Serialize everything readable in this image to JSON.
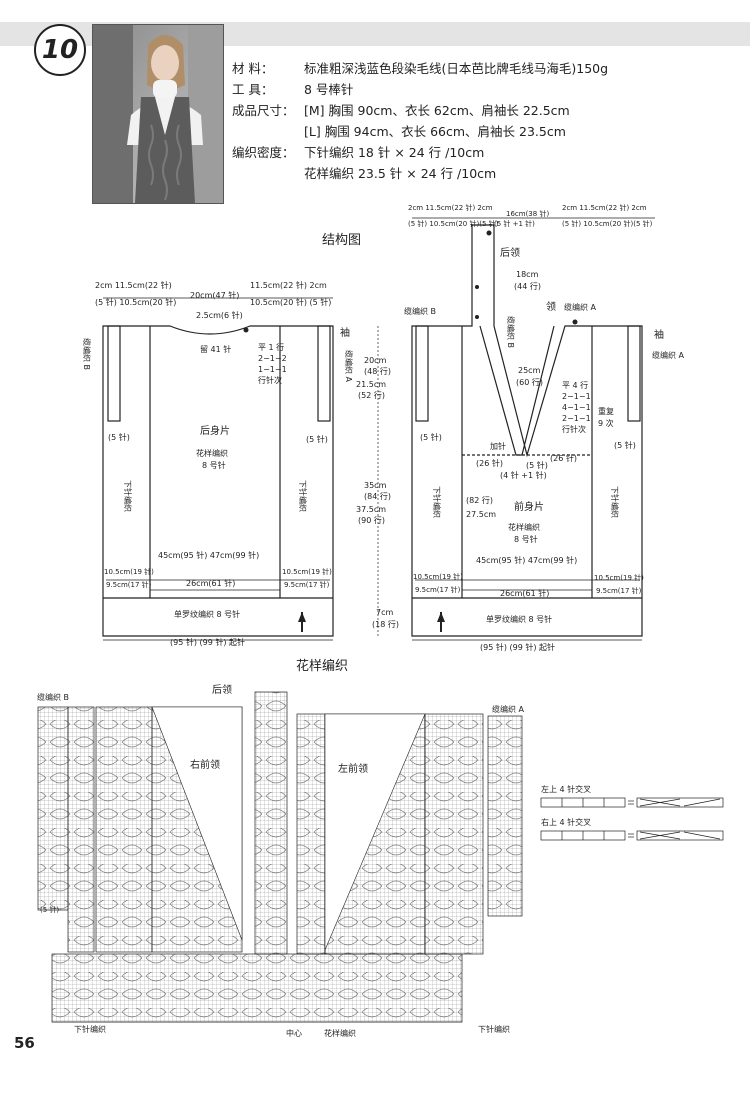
{
  "pattern_number": "10",
  "info": {
    "material_label": "材    料：",
    "material_value": "标准粗深浅蓝色段染毛线(日本芭比牌毛线马海毛)150g",
    "tool_label": "工    具：",
    "tool_value": "8 号棒针",
    "size_label": "成品尺寸：",
    "size_m": "[M] 胸围 90cm、衣长 62cm、肩袖长 22.5cm",
    "size_l": "[L] 胸围 94cm、衣长 66cm、肩袖长 23.5cm",
    "gauge_label": "编织密度：",
    "gauge_1": "下针编织  18 针 × 24 行 /10cm",
    "gauge_2": "花样编织  23.5 针 × 24 行 /10cm"
  },
  "structure_title": "结构图",
  "back": {
    "top_dims_1": "2cm 11.5cm(22 针)",
    "top_dims_1b": "(5 针) 10.5cm(20 针)",
    "neck_width": "20cm(47 针)",
    "top_dims_2": "11.5cm(22 针)  2cm",
    "top_dims_2b": "10.5cm(20 针)  (5 针)",
    "neck_depth": "2.5cm(6 针)",
    "keep": "留 41 针",
    "shaping": [
      "平 1 行",
      "2−1−2",
      "1−1−1",
      "行针次"
    ],
    "armhole": [
      "20cm",
      "(48 行)",
      "21.5cm",
      "(52 行)"
    ],
    "body_len": [
      "35cm",
      "(84 行)",
      "37.5cm",
      "(90 行)"
    ],
    "rib_len": [
      "7cm",
      "(18 行)"
    ],
    "cable_b": "缆编织 B",
    "cable_a": "缆编织 A",
    "sleeve": "袖",
    "st5": "(5 针)",
    "name": "后身片",
    "pattern": "花样编织",
    "needle": "8 号针",
    "side": "下针编织",
    "width_mid": "45cm(95 针)  47cm(99 针)",
    "side_w1": "10.5cm(19 针)",
    "side_w2": "9.5cm(17 针)",
    "center_w": "26cm(61 针)",
    "rib": "单罗纹编织  8 号针",
    "cast_on": "(95 针)  (99 针) 起针"
  },
  "front": {
    "top_dims_1": "2cm 11.5cm(22 针) 2cm",
    "top_dims_1b": "(5 针) 10.5cm(20 针)(5 针)",
    "top_mid": "16cm(38 针)",
    "top_mid_b": "(5 针 +1 针)",
    "top_dims_2": "2cm 11.5cm(22 针) 2cm",
    "top_dims_2b": "(5 针) 10.5cm(20 针)(5 针)",
    "back_neck": "后领",
    "neck_len": [
      "18cm",
      "(44 行)"
    ],
    "collar": "领",
    "cable_b": "缆编织 B",
    "cable_a": "缆编织 A",
    "sleeve": "袖",
    "v_depth": [
      "25cm",
      "(60 行)"
    ],
    "shaping": [
      "平 4 行",
      "2−1−1",
      "4−1−1",
      "2−1−1",
      "行针次"
    ],
    "repeat": [
      "重复",
      "9 次"
    ],
    "add": "加针",
    "st26": "(26 针)",
    "st5": "(5 针)",
    "st4_1": "(4 针 +1 针)",
    "rows82": "(82 行)",
    "rows78": "27.5cm",
    "name": "前身片",
    "pattern": "花样编织",
    "needle": "8 号针",
    "side": "下针编织",
    "width_mid": "45cm(95 针) 47cm(99 针)",
    "side_w1": "10.5cm(19 针)",
    "side_w2": "9.5cm(17 针)",
    "center_w": "26cm(61 针)",
    "rib": "单罗纹编织  8 号针",
    "cast_on": "(95 针)  (99 针) 起针"
  },
  "chart": {
    "title": "花样编织",
    "back_neck": "后领",
    "cable_b": "缆编织 B",
    "cable_a": "缆编织 A",
    "right_front": "右前领",
    "left_front": "左前领",
    "st5": "(5 针)",
    "bottom_left": "下针编织",
    "bottom_center": "中心",
    "bottom_pattern": "花样编织",
    "bottom_right": "下针编织",
    "legend_1": "左上 4 针交叉",
    "legend_2": "右上 4 针交叉"
  },
  "page_number": "56"
}
